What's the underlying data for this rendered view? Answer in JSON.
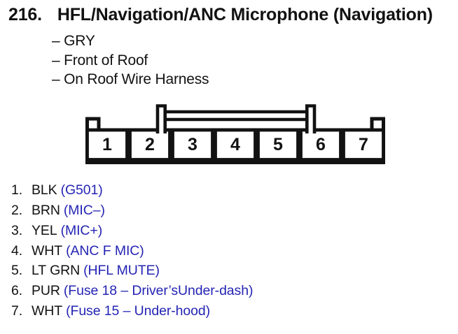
{
  "colors": {
    "ink": "#121212",
    "accent_blue": "#2424b4",
    "paper": "#ffffff"
  },
  "title": {
    "number": "216.",
    "text": "HFL/Navigation/ANC Microphone (Navigation)"
  },
  "subtitle_items": [
    "– GRY",
    "– Front of Roof",
    "– On Roof Wire Harness"
  ],
  "connector": {
    "pins": [
      "1",
      "2",
      "3",
      "4",
      "5",
      "6",
      "7"
    ]
  },
  "pin_list": {
    "items": [
      {
        "num": "1.",
        "wire_color": "BLK",
        "label": "(G501)"
      },
      {
        "num": "2.",
        "wire_color": "BRN",
        "label": "(MIC–)"
      },
      {
        "num": "3.",
        "wire_color": "YEL",
        "label": "(MIC+)"
      },
      {
        "num": "4.",
        "wire_color": "WHT",
        "label": "(ANC F MIC)"
      },
      {
        "num": "5.",
        "wire_color": "LT GRN",
        "label": "(HFL MUTE)"
      },
      {
        "num": "6.",
        "wire_color": "PUR",
        "label": "(Fuse 18 – Driver’sUnder-dash)"
      },
      {
        "num": "7.",
        "wire_color": "WHT",
        "label": "(Fuse 15 – Under-hood)"
      }
    ]
  }
}
